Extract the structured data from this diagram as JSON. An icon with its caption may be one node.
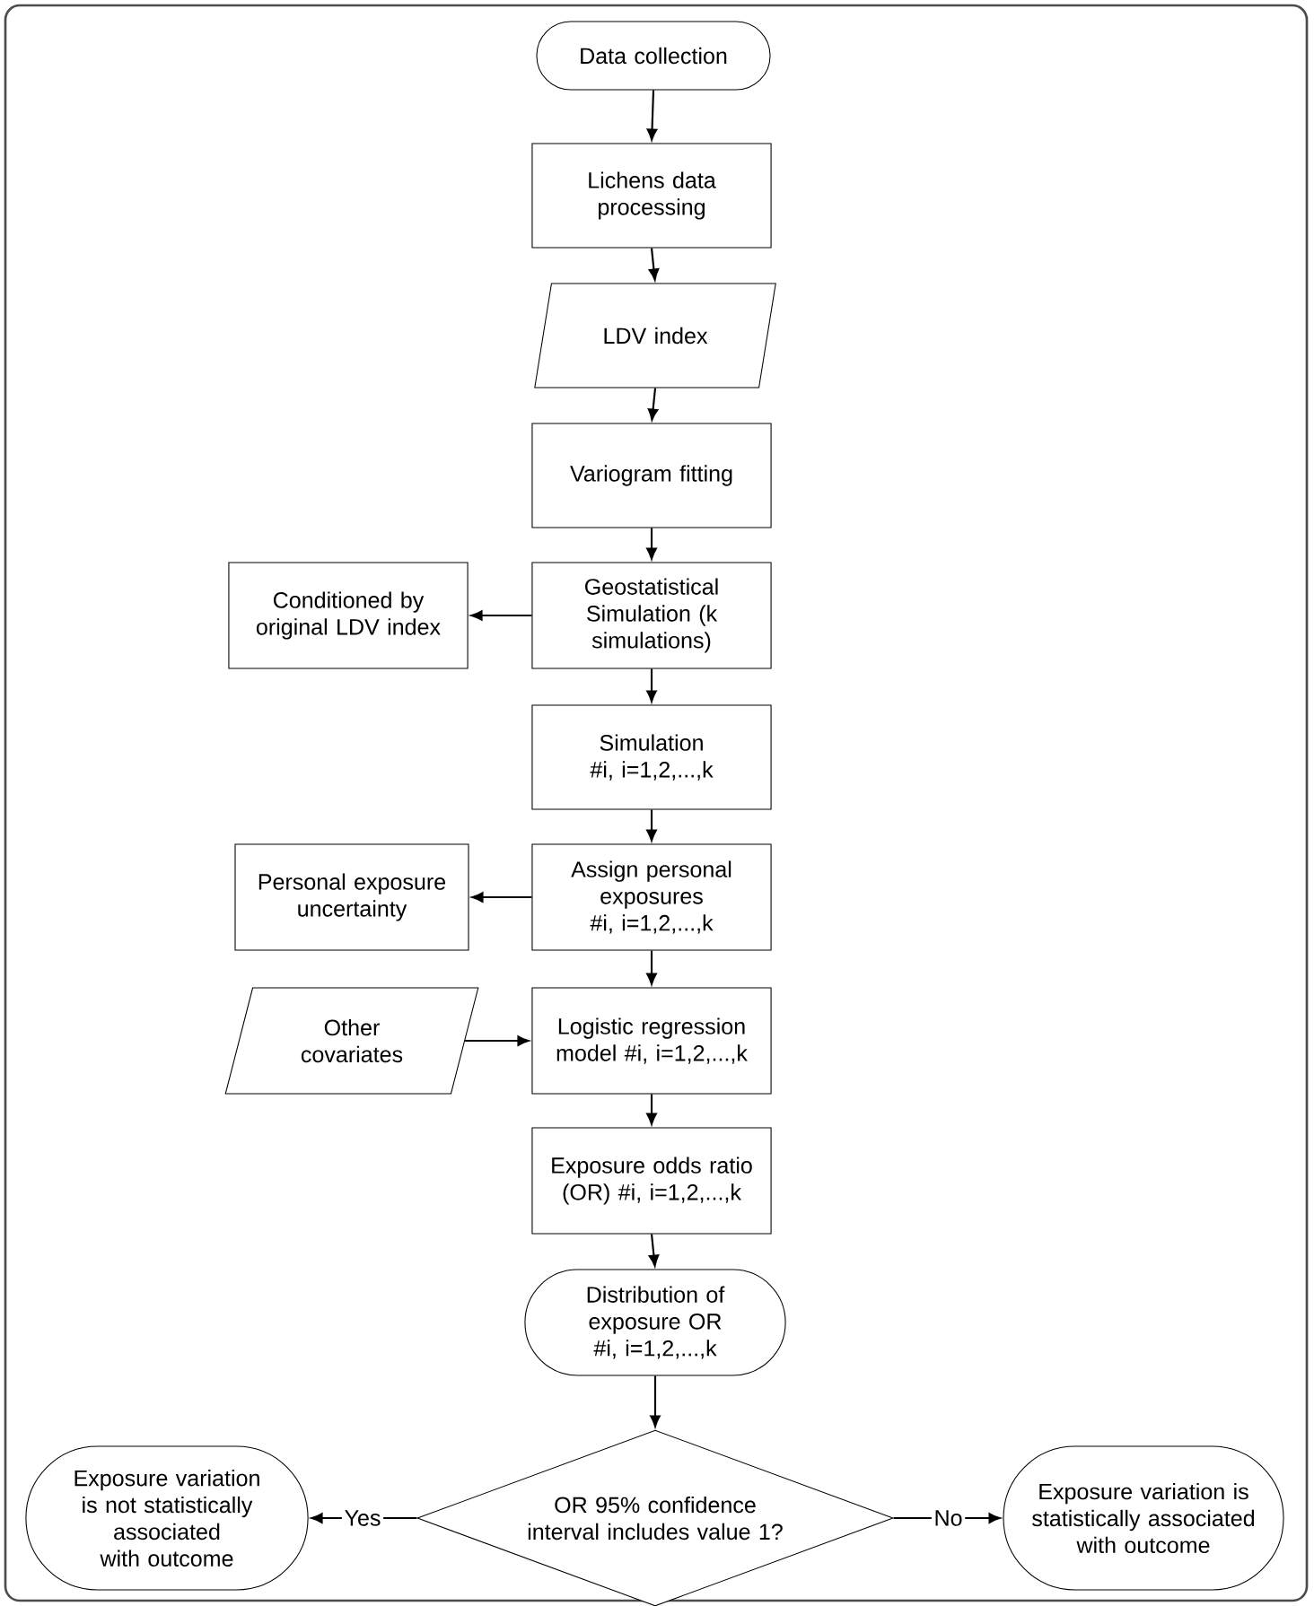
{
  "diagram": {
    "nodes": [
      {
        "text": [
          "Data collection"
        ]
      },
      {
        "text": [
          "Lichens data processing"
        ]
      },
      {
        "text": [
          "LDV index"
        ]
      },
      {
        "text": [
          "Variogram fitting"
        ]
      },
      {
        "text": [
          "Geostatistical Simulation (k simulations)"
        ]
      },
      {
        "text": [
          "Conditioned by original LDV index"
        ]
      },
      {
        "text": [
          "Simulation #i, i=1,2,...,k"
        ]
      },
      {
        "text": [
          "Assign personal exposures #i, i=1,2,...,k"
        ]
      },
      {
        "text": [
          "Personal exposure uncertainty"
        ]
      },
      {
        "text": [
          "Other covariates"
        ]
      },
      {
        "text": [
          "Logistic regression model #i, i=1,2,...,k"
        ]
      },
      {
        "text": [
          "Exposure odds ratio (OR) #i, i=1,2,...,k"
        ]
      },
      {
        "text": [
          "Distribution of exposure OR #i, i=1,2,...,k"
        ]
      },
      {
        "text": [
          "OR 95% confidence interval includes value 1?"
        ]
      },
      {
        "text": [
          "Exposure variation is not statistically associated with outcome"
        ]
      },
      {
        "text": [
          "Exposure variation is statistically associated with outcome"
        ]
      }
    ],
    "edges": [
      {
        "from": 0,
        "to": 1,
        "arrow": "to"
      },
      {
        "from": 1,
        "to": 2,
        "arrow": "to"
      },
      {
        "from": 2,
        "to": 3,
        "arrow": "to"
      },
      {
        "from": 3,
        "to": 4,
        "arrow": "to"
      },
      {
        "from": 4,
        "to": 5,
        "arrow": "to"
      },
      {
        "from": 4,
        "to": 6,
        "arrow": "to"
      },
      {
        "from": 6,
        "to": 7,
        "arrow": "to"
      },
      {
        "from": 7,
        "to": 8,
        "arrow": "to"
      },
      {
        "from": 7,
        "to": 10,
        "arrow": "to"
      },
      {
        "from": 9,
        "to": 10,
        "arrow": "to"
      },
      {
        "from": 10,
        "to": 11,
        "arrow": "to"
      },
      {
        "from": 11,
        "to": 12,
        "arrow": "to"
      },
      {
        "from": 12,
        "to": 13,
        "arrow": "to"
      },
      {
        "from": 13,
        "to": 14,
        "arrow": "to",
        "label": "Yes"
      },
      {
        "from": 13,
        "to": 15,
        "arrow": "to",
        "label": "No"
      }
    ]
  }
}
